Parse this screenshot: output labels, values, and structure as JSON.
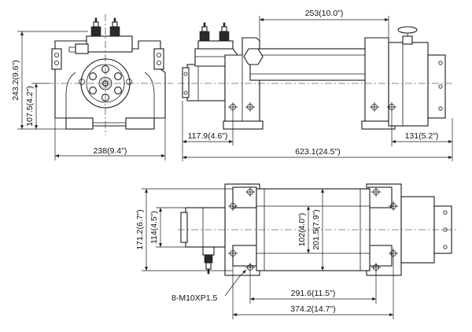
{
  "dimensions": {
    "drum_length": "253(10.0\")",
    "overall_height": "243.2(9.6\")",
    "center_height": "107.5(4.2\")",
    "overall_width": "238(9.4\")",
    "motor_offset": "117.9(4.6\")",
    "overall_length": "623.1(24.5\")",
    "gear_end": "131(5.2\")",
    "footprint_depth": "171.2(6.7\")",
    "motor_height": "114(4.5\")",
    "drum_diameter": "102(4.0\")",
    "flange_diameter": "201.5(7.9\")",
    "bolt_spacing": "291.6(11.5\")",
    "base_length": "374.2(14.7\")",
    "bolt_note": "8-M10XP1.5"
  }
}
